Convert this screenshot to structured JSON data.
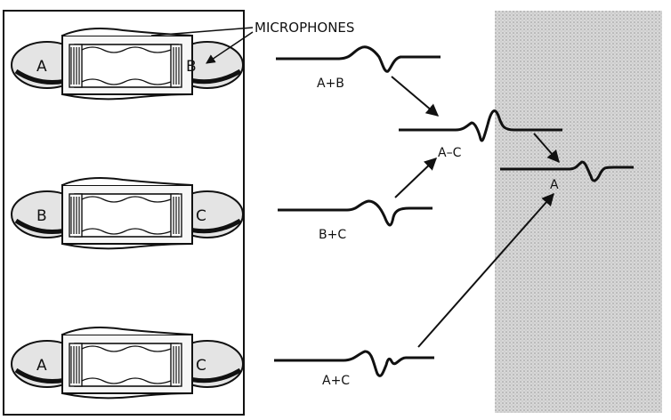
{
  "title_label": "MICROPHONES",
  "capsules": [
    {
      "left": "A",
      "right": "B"
    },
    {
      "left": "B",
      "right": "C"
    },
    {
      "left": "A",
      "right": "C"
    }
  ],
  "waveforms": {
    "a_plus_b": "A+B",
    "b_plus_c": "B+C",
    "a_plus_c": "A+C",
    "a_minus_c": "A–C",
    "a_result": "A"
  }
}
